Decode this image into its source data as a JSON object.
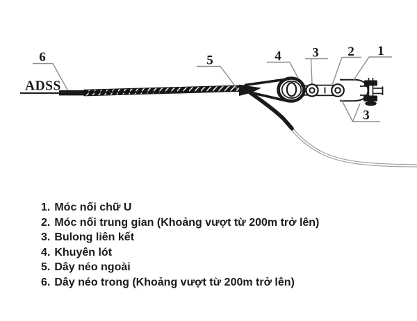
{
  "figure": {
    "cable_type_label": "ADSS",
    "callout_labels": {
      "n1": "1",
      "n2": "2",
      "n3_top": "3",
      "n3_bottom": "3",
      "n4": "4",
      "n5": "5",
      "n6": "6"
    },
    "colors": {
      "background": "#ffffff",
      "line_art": "#1a1a1a",
      "leader": "#8d8d8d",
      "drop_cable": "#9b9b9b",
      "text": "#1b1b1b"
    }
  },
  "legend": {
    "items": [
      {
        "num": "1.",
        "label": "Móc nối chữ U"
      },
      {
        "num": "2.",
        "label": "Móc nối trung gian (Khoảng vượt từ 200m trở lên)"
      },
      {
        "num": "3.",
        "label": "Bulong liên kết"
      },
      {
        "num": "4.",
        "label": "Khuyên lót"
      },
      {
        "num": "5.",
        "label": "Dây néo ngoài"
      },
      {
        "num": "6.",
        "label": "Dây néo trong (Khoảng vượt từ 200m trở lên)"
      }
    ]
  }
}
